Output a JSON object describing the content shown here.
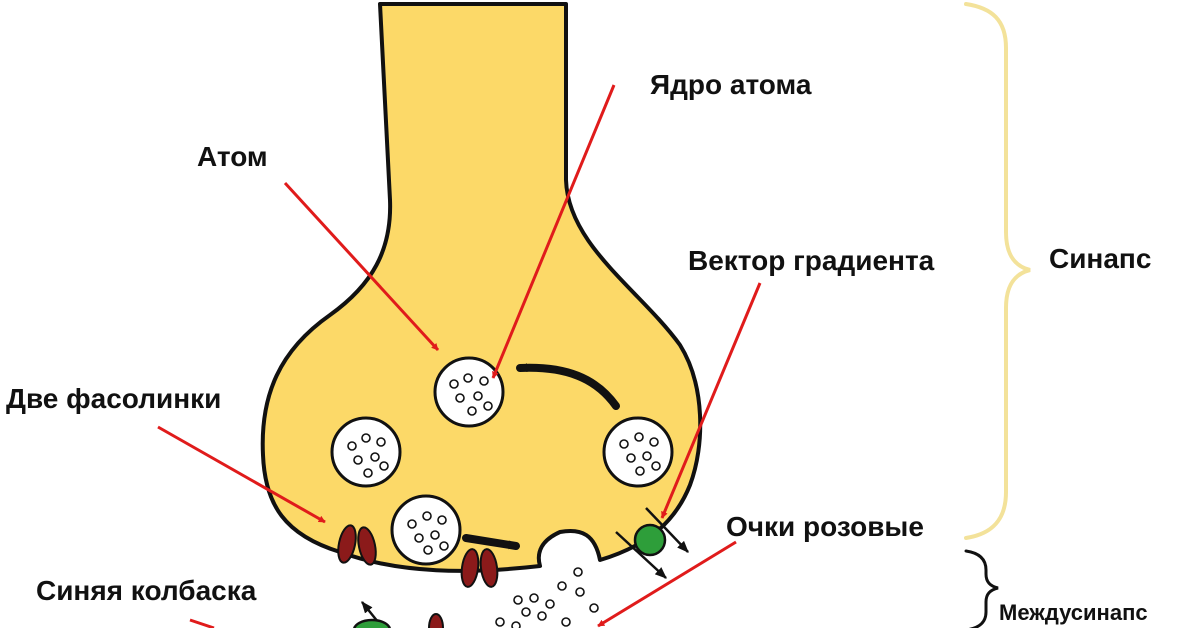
{
  "labels": {
    "atom": "Атом",
    "nucleus": "Ядро атома",
    "gradient_vector": "Вектор градиента",
    "two_beans": "Две фасолинки",
    "pink_glasses": "Очки розовые",
    "blue_sausage": "Синяя колбаска",
    "synapse": "Синапс",
    "intersynapse": "Междусинапс"
  },
  "colors": {
    "neuron_fill": "#fcd968",
    "outline": "#111111",
    "arrow": "#e01b1b",
    "bean": "#8b1a1a",
    "receptor": "#2e9e3a",
    "brace": "#f3e29a"
  }
}
